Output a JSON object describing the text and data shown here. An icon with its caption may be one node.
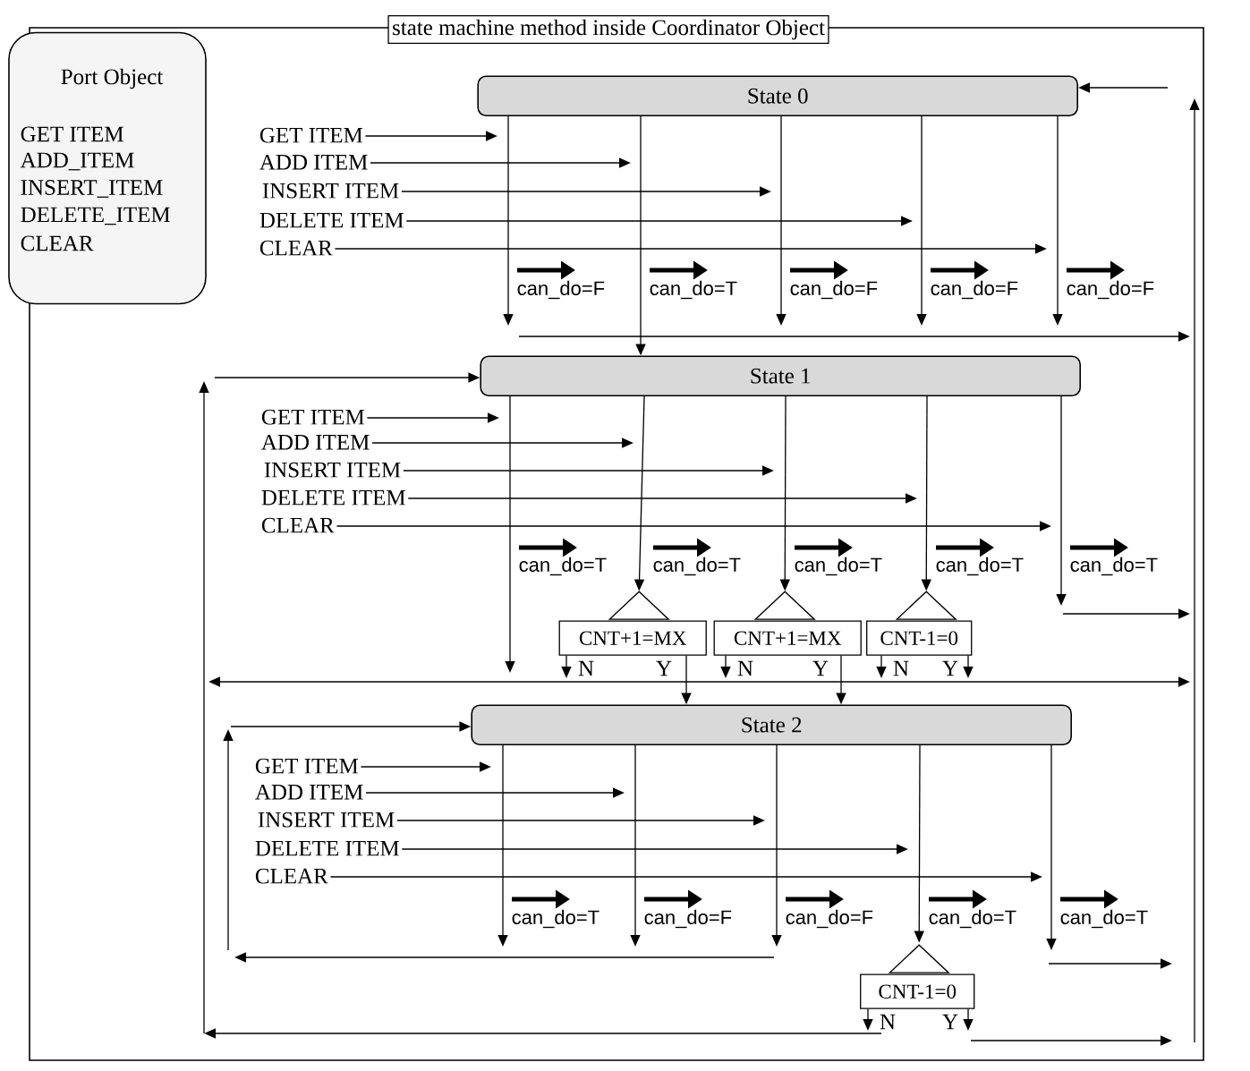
{
  "diagram": {
    "nodes": [
      {
        "text": [
          "state machine method inside Coordinator Object"
        ]
      },
      {
        "text": [
          "Port Object",
          "GET ITEM",
          "ADD_ITEM",
          "INSERT_ITEM",
          "DELETE_ITEM",
          "CLEAR"
        ]
      },
      {
        "text": [
          "State 0"
        ],
        "in": 0
      },
      {
        "text": [
          "GET ITEM"
        ],
        "in": 0
      },
      {
        "text": [
          "ADD ITEM"
        ],
        "in": 0
      },
      {
        "text": [
          "INSERT ITEM"
        ],
        "in": 0
      },
      {
        "text": [
          "DELETE ITEM"
        ],
        "in": 0
      },
      {
        "text": [
          "CLEAR"
        ],
        "in": 0
      },
      {
        "text": [
          "State 1"
        ],
        "in": 0
      },
      {
        "text": [
          "GET ITEM"
        ],
        "in": 0
      },
      {
        "text": [
          "ADD ITEM"
        ],
        "in": 0
      },
      {
        "text": [
          "INSERT ITEM"
        ],
        "in": 0
      },
      {
        "text": [
          "DELETE ITEM"
        ],
        "in": 0
      },
      {
        "text": [
          "CLEAR"
        ],
        "in": 0
      },
      {
        "text": [
          "CNT+1=MX"
        ],
        "in": 0
      },
      {
        "text": [
          "CNT+1=MX"
        ],
        "in": 0
      },
      {
        "text": [
          "CNT-1=0"
        ],
        "in": 0
      },
      {
        "text": [
          "State 2"
        ],
        "in": 0
      },
      {
        "text": [
          "GET ITEM"
        ],
        "in": 0
      },
      {
        "text": [
          "ADD ITEM"
        ],
        "in": 0
      },
      {
        "text": [
          "INSERT ITEM"
        ],
        "in": 0
      },
      {
        "text": [
          "DELETE ITEM"
        ],
        "in": 0
      },
      {
        "text": [
          "CLEAR"
        ],
        "in": 0
      },
      {
        "text": [
          "CNT-1=0"
        ],
        "in": 0
      }
    ],
    "edges": [
      {
        "from": 3,
        "to": null,
        "arrow": "to"
      },
      {
        "from": 4,
        "to": null,
        "arrow": "to"
      },
      {
        "from": 5,
        "to": null,
        "arrow": "to"
      },
      {
        "from": 6,
        "to": null,
        "arrow": "to"
      },
      {
        "from": 7,
        "to": null,
        "arrow": "to"
      },
      {
        "from": 2,
        "to": null,
        "arrow": "to",
        "label": "can_do=F"
      },
      {
        "from": 2,
        "to": 8,
        "arrow": "to",
        "label": "can_do=T"
      },
      {
        "from": 2,
        "to": null,
        "arrow": "to",
        "label": "can_do=F"
      },
      {
        "from": 2,
        "to": null,
        "arrow": "to",
        "label": "can_do=F"
      },
      {
        "from": 2,
        "to": null,
        "arrow": "to",
        "label": "can_do=F"
      },
      {
        "from": 9,
        "to": null,
        "arrow": "to"
      },
      {
        "from": 10,
        "to": null,
        "arrow": "to"
      },
      {
        "from": 11,
        "to": null,
        "arrow": "to"
      },
      {
        "from": 12,
        "to": null,
        "arrow": "to"
      },
      {
        "from": 13,
        "to": null,
        "arrow": "to"
      },
      {
        "from": 8,
        "to": null,
        "arrow": "to",
        "label": "can_do=T"
      },
      {
        "from": 8,
        "to": 14,
        "arrow": "to",
        "label": "can_do=T"
      },
      {
        "from": 8,
        "to": 15,
        "arrow": "to",
        "label": "can_do=T"
      },
      {
        "from": 8,
        "to": 16,
        "arrow": "to",
        "label": "can_do=T"
      },
      {
        "from": 8,
        "to": null,
        "arrow": "to",
        "label": "can_do=T"
      },
      {
        "from": 14,
        "to": null,
        "arrow": "to",
        "label": "N"
      },
      {
        "from": 14,
        "to": 17,
        "arrow": "to",
        "label": "Y"
      },
      {
        "from": 15,
        "to": null,
        "arrow": "to",
        "label": "N"
      },
      {
        "from": 15,
        "to": 17,
        "arrow": "to",
        "label": "Y"
      },
      {
        "from": 16,
        "to": null,
        "arrow": "to",
        "label": "N"
      },
      {
        "from": 16,
        "to": null,
        "arrow": "to",
        "label": "Y"
      },
      {
        "from": 18,
        "to": null,
        "arrow": "to"
      },
      {
        "from": 19,
        "to": null,
        "arrow": "to"
      },
      {
        "from": 20,
        "to": null,
        "arrow": "to"
      },
      {
        "from": 21,
        "to": null,
        "arrow": "to"
      },
      {
        "from": 22,
        "to": null,
        "arrow": "to"
      },
      {
        "from": 17,
        "to": null,
        "arrow": "to",
        "label": "can_do=T"
      },
      {
        "from": 17,
        "to": null,
        "arrow": "to",
        "label": "can_do=F"
      },
      {
        "from": 17,
        "to": null,
        "arrow": "to",
        "label": "can_do=F"
      },
      {
        "from": 17,
        "to": 23,
        "arrow": "to",
        "label": "can_do=T"
      },
      {
        "from": 17,
        "to": null,
        "arrow": "to",
        "label": "can_do=T"
      },
      {
        "from": 23,
        "to": null,
        "arrow": "to",
        "label": "N"
      },
      {
        "from": 23,
        "to": null,
        "arrow": "to",
        "label": "Y"
      },
      {
        "from": null,
        "to": 2,
        "arrow": "to"
      },
      {
        "from": null,
        "to": 8,
        "arrow": "to"
      },
      {
        "from": null,
        "to": 17,
        "arrow": "to"
      }
    ]
  }
}
